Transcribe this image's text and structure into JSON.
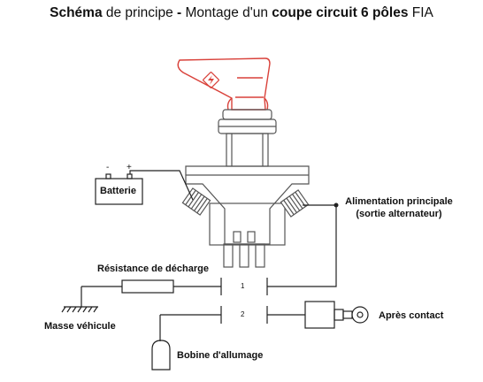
{
  "title": {
    "part1_bold": "Schéma",
    "part2": " de principe ",
    "part3_bold": "-",
    "part4": " Montage d'un ",
    "part5_bold": "coupe circuit 6 pôles",
    "part6": " FIA"
  },
  "labels": {
    "batterie": "Batterie",
    "alimentation_line1": "Alimentation principale",
    "alimentation_line2": "(sortie alternateur)",
    "resistance": "Résistance de décharge",
    "masse": "Masse véhicule",
    "apres_contact": "Après contact",
    "bobine": "Bobine d'allumage",
    "contact_1": "1",
    "contact_2": "2",
    "battery_minus": "-",
    "battery_plus": "+"
  },
  "colors": {
    "handle": "#d9413a",
    "line": "#222222",
    "switch_body": "#555555",
    "terminal": "#666666"
  },
  "icons": {
    "lightning": "lightning-icon",
    "ground": "ground-symbol-icon",
    "ignition_key": "ignition-key-icon"
  }
}
